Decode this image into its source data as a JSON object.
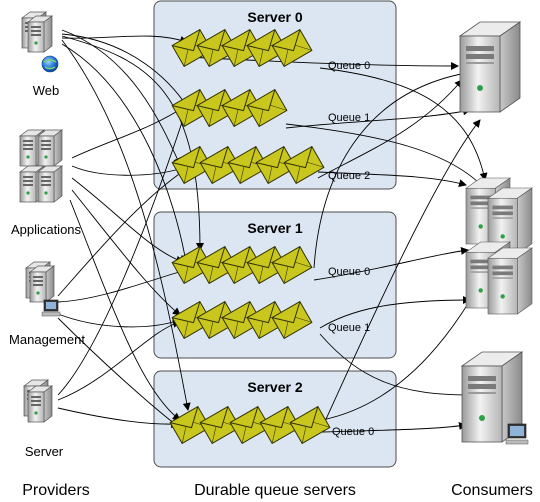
{
  "providers": {
    "heading": "Providers",
    "items": [
      "Web",
      "Applications",
      "Management",
      "Server"
    ]
  },
  "servers": {
    "heading": "Durable queue servers",
    "items": [
      {
        "name": "Server 0",
        "queues": [
          "Queue 0",
          "Queue 1",
          "Queue 2"
        ]
      },
      {
        "name": "Server 1",
        "queues": [
          "Queue 0",
          "Queue 1"
        ]
      },
      {
        "name": "Server 2",
        "queues": [
          "Queue 0"
        ]
      }
    ]
  },
  "consumers": {
    "heading": "Consumers"
  },
  "colors": {
    "server_box_fill": "#dce6f2",
    "server_box_stroke": "#4d4d4d",
    "envelope_fill": "#c9c61e",
    "envelope_stroke": "#333300",
    "arrow": "#000000"
  },
  "icons": {
    "web": "web-server-globe-icon",
    "applications": "server-cluster-icon",
    "management": "management-workstation-icon",
    "server": "server-icon",
    "consumer": "tower-server-icon",
    "message": "envelope-icon"
  }
}
